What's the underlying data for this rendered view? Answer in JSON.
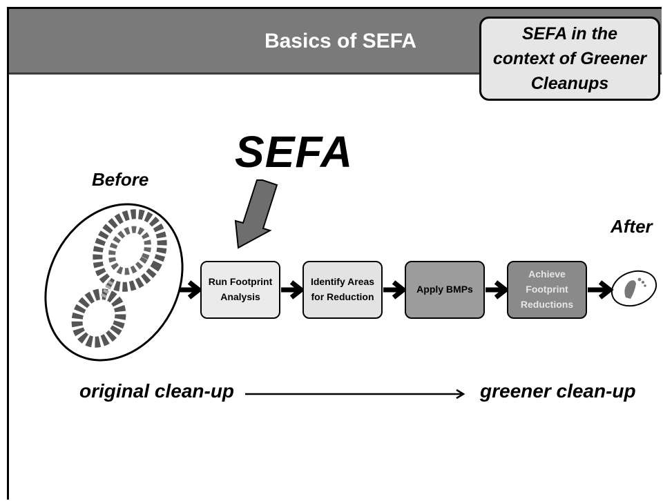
{
  "header": {
    "title": "Basics of SEFA"
  },
  "context_box": {
    "text": "SEFA in the context of Greener Cleanups"
  },
  "diagram": {
    "sefa_label": "SEFA",
    "before_label": "Before",
    "after_label": "After",
    "steps": [
      {
        "label": "Run Footprint Analysis",
        "fill": "#ebebeb"
      },
      {
        "label": "Identify Areas for Reduction",
        "fill": "#e3e3e3"
      },
      {
        "label": "Apply BMPs",
        "fill": "#9c9c9c"
      },
      {
        "label": "Achieve Footprint Reductions",
        "fill": "#8a8a8a"
      }
    ],
    "start_label": "original clean-up",
    "end_label": "greener clean-up",
    "icons": [
      "boot-print-icon",
      "footprint-icon"
    ]
  }
}
